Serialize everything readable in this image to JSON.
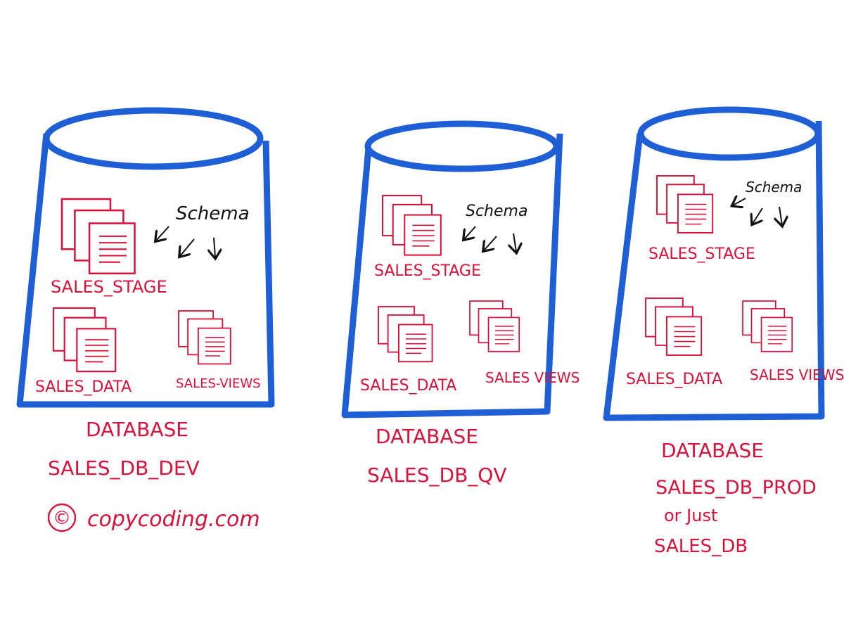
{
  "colors": {
    "ink_blue": "#1f5fd6",
    "ink_red": "#d8113a",
    "ink_black": "#111111"
  },
  "databases": [
    {
      "schema_label": "Schema",
      "schemas": [
        "SALES_STAGE",
        "SALES_DATA",
        "SALES-VIEWS"
      ],
      "caption_lines": [
        "DATABASE",
        "SALES_DB_DEV"
      ]
    },
    {
      "schema_label": "Schema",
      "schemas": [
        "SALES_STAGE",
        "SALES_DATA",
        "SALES VIEWS"
      ],
      "caption_lines": [
        "DATABASE",
        "SALES_DB_QV"
      ]
    },
    {
      "schema_label": "Schema",
      "schemas": [
        "SALES_STAGE",
        "SALES_DATA",
        "SALES VIEWS"
      ],
      "caption_lines": [
        "DATABASE",
        "SALES_DB_PROD",
        "or Just",
        "SALES_DB"
      ]
    }
  ],
  "copyright": {
    "symbol": "©",
    "text": "copycoding.com"
  }
}
